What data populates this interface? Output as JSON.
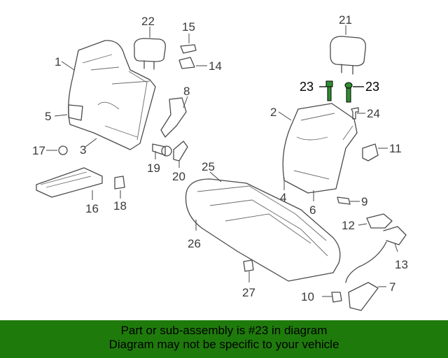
{
  "callouts": [
    {
      "id": "1",
      "label": "1"
    },
    {
      "id": "2",
      "label": "2"
    },
    {
      "id": "3",
      "label": "3"
    },
    {
      "id": "4",
      "label": "4"
    },
    {
      "id": "5",
      "label": "5"
    },
    {
      "id": "6",
      "label": "6"
    },
    {
      "id": "7",
      "label": "7"
    },
    {
      "id": "8",
      "label": "8"
    },
    {
      "id": "9",
      "label": "9"
    },
    {
      "id": "10",
      "label": "10"
    },
    {
      "id": "11",
      "label": "11"
    },
    {
      "id": "12",
      "label": "12"
    },
    {
      "id": "13",
      "label": "13"
    },
    {
      "id": "14",
      "label": "14"
    },
    {
      "id": "15",
      "label": "15"
    },
    {
      "id": "16",
      "label": "16"
    },
    {
      "id": "17",
      "label": "17"
    },
    {
      "id": "18",
      "label": "18"
    },
    {
      "id": "19",
      "label": "19"
    },
    {
      "id": "20",
      "label": "20"
    },
    {
      "id": "21",
      "label": "21"
    },
    {
      "id": "22",
      "label": "22"
    },
    {
      "id": "23a",
      "label": "23"
    },
    {
      "id": "23b",
      "label": "23"
    },
    {
      "id": "24",
      "label": "24"
    },
    {
      "id": "25",
      "label": "25"
    },
    {
      "id": "26",
      "label": "26"
    },
    {
      "id": "27",
      "label": "27"
    }
  ],
  "highlighted_part": "23",
  "highlight_color": "#2f8f2f",
  "banner": {
    "line1": "Part or sub-assembly is #23 in diagram",
    "line2": "Diagram may not be specific to your vehicle",
    "background": "#1f7a0c"
  }
}
